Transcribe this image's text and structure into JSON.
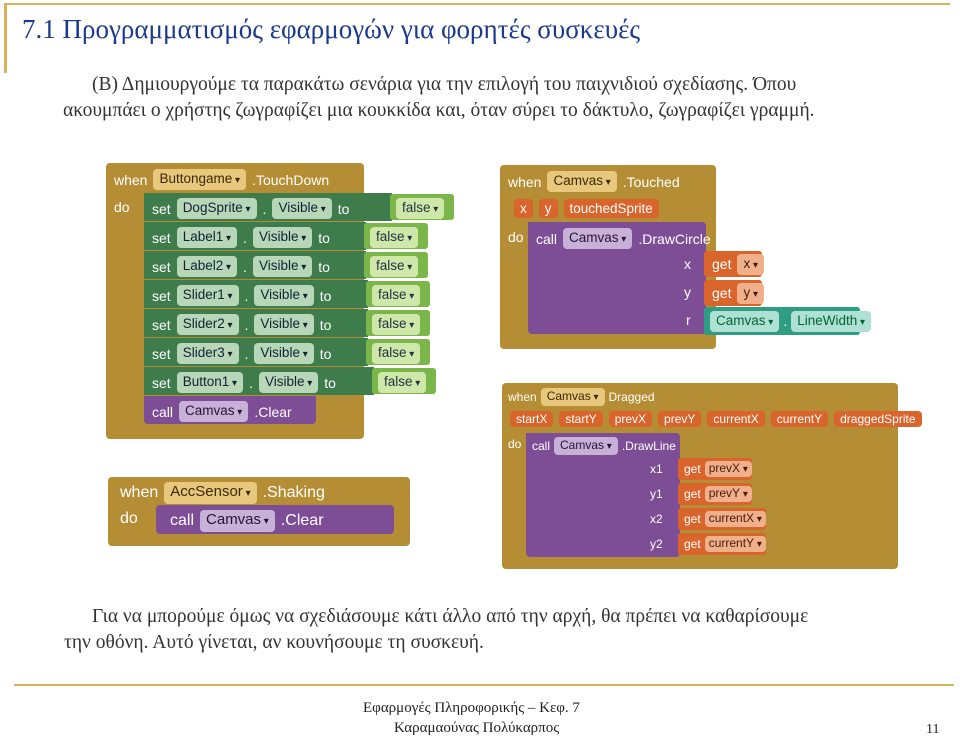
{
  "header": {
    "title": "7.1 Προγραμματισμός εφαρμογών για φορητές συσκευές"
  },
  "intro": {
    "line1": "(Β) Δημιουργούμε τα παρακάτω σενάρια για την επιλογή του παιχνιδιού σχεδίασης. Όπου",
    "line2": "ακουμπάει ο χρήστης ζωγραφίζει μια κουκκίδα και, όταν σύρει το δάκτυλο, ζωγραφίζει γραμμή."
  },
  "block_touchdown": {
    "when": "when",
    "component": "Buttongame",
    "event": ".TouchDown",
    "do": "do",
    "sets": [
      {
        "set": "set",
        "component": "DogSprite",
        "prop": "Visible",
        "to": "to",
        "value": "false"
      },
      {
        "set": "set",
        "component": "Label1",
        "prop": "Visible",
        "to": "to",
        "value": "false"
      },
      {
        "set": "set",
        "component": "Label2",
        "prop": "Visible",
        "to": "to",
        "value": "false"
      },
      {
        "set": "set",
        "component": "Slider1",
        "prop": "Visible",
        "to": "to",
        "value": "false"
      },
      {
        "set": "set",
        "component": "Slider2",
        "prop": "Visible",
        "to": "to",
        "value": "false"
      },
      {
        "set": "set",
        "component": "Slider3",
        "prop": "Visible",
        "to": "to",
        "value": "false"
      },
      {
        "set": "set",
        "component": "Button1",
        "prop": "Visible",
        "to": "to",
        "value": "false"
      }
    ],
    "call": "call",
    "call_component": "Camvas",
    "call_method": ".Clear"
  },
  "block_touched": {
    "when": "when",
    "component": "Camvas",
    "event": ".Touched",
    "params": [
      "x",
      "y",
      "touchedSprite"
    ],
    "do": "do",
    "call": "call",
    "call_component": "Camvas",
    "call_method": ".DrawCircle",
    "args": [
      {
        "name": "x",
        "get": "get",
        "var": "x"
      },
      {
        "name": "y",
        "get": "get",
        "var": "y"
      },
      {
        "name": "r",
        "component": "Camvas",
        "prop": "LineWidth"
      }
    ]
  },
  "block_dragged": {
    "when": "when",
    "component": "Camvas",
    "event": "Dragged",
    "params": [
      "startX",
      "startY",
      "prevX",
      "prevY",
      "currentX",
      "currentY",
      "draggedSprite"
    ],
    "do": "do",
    "call": "call",
    "call_component": "Camvas",
    "call_method": ".DrawLine",
    "args": [
      {
        "name": "x1",
        "get": "get",
        "var": "prevX"
      },
      {
        "name": "y1",
        "get": "get",
        "var": "prevY"
      },
      {
        "name": "x2",
        "get": "get",
        "var": "currentX"
      },
      {
        "name": "y2",
        "get": "get",
        "var": "currentY"
      }
    ]
  },
  "block_shaking": {
    "when": "when",
    "component": "AccSensor",
    "event": ".Shaking",
    "do": "do",
    "call": "call",
    "call_component": "Camvas",
    "call_method": ".Clear"
  },
  "outro": {
    "line1": "Για να μπορούμε όμως να σχεδιάσουμε κάτι άλλο από την αρχή, θα πρέπει να καθαρίσουμε",
    "line2": "την οθόνη. Αυτό γίνεται, αν κουνήσουμε τη συσκευή."
  },
  "footer": {
    "line1": "Εφαρμογές Πληροφορικής – Κεφ. 7",
    "line2": "Καραμαούνας Πολύκαρπος",
    "page": "11"
  }
}
